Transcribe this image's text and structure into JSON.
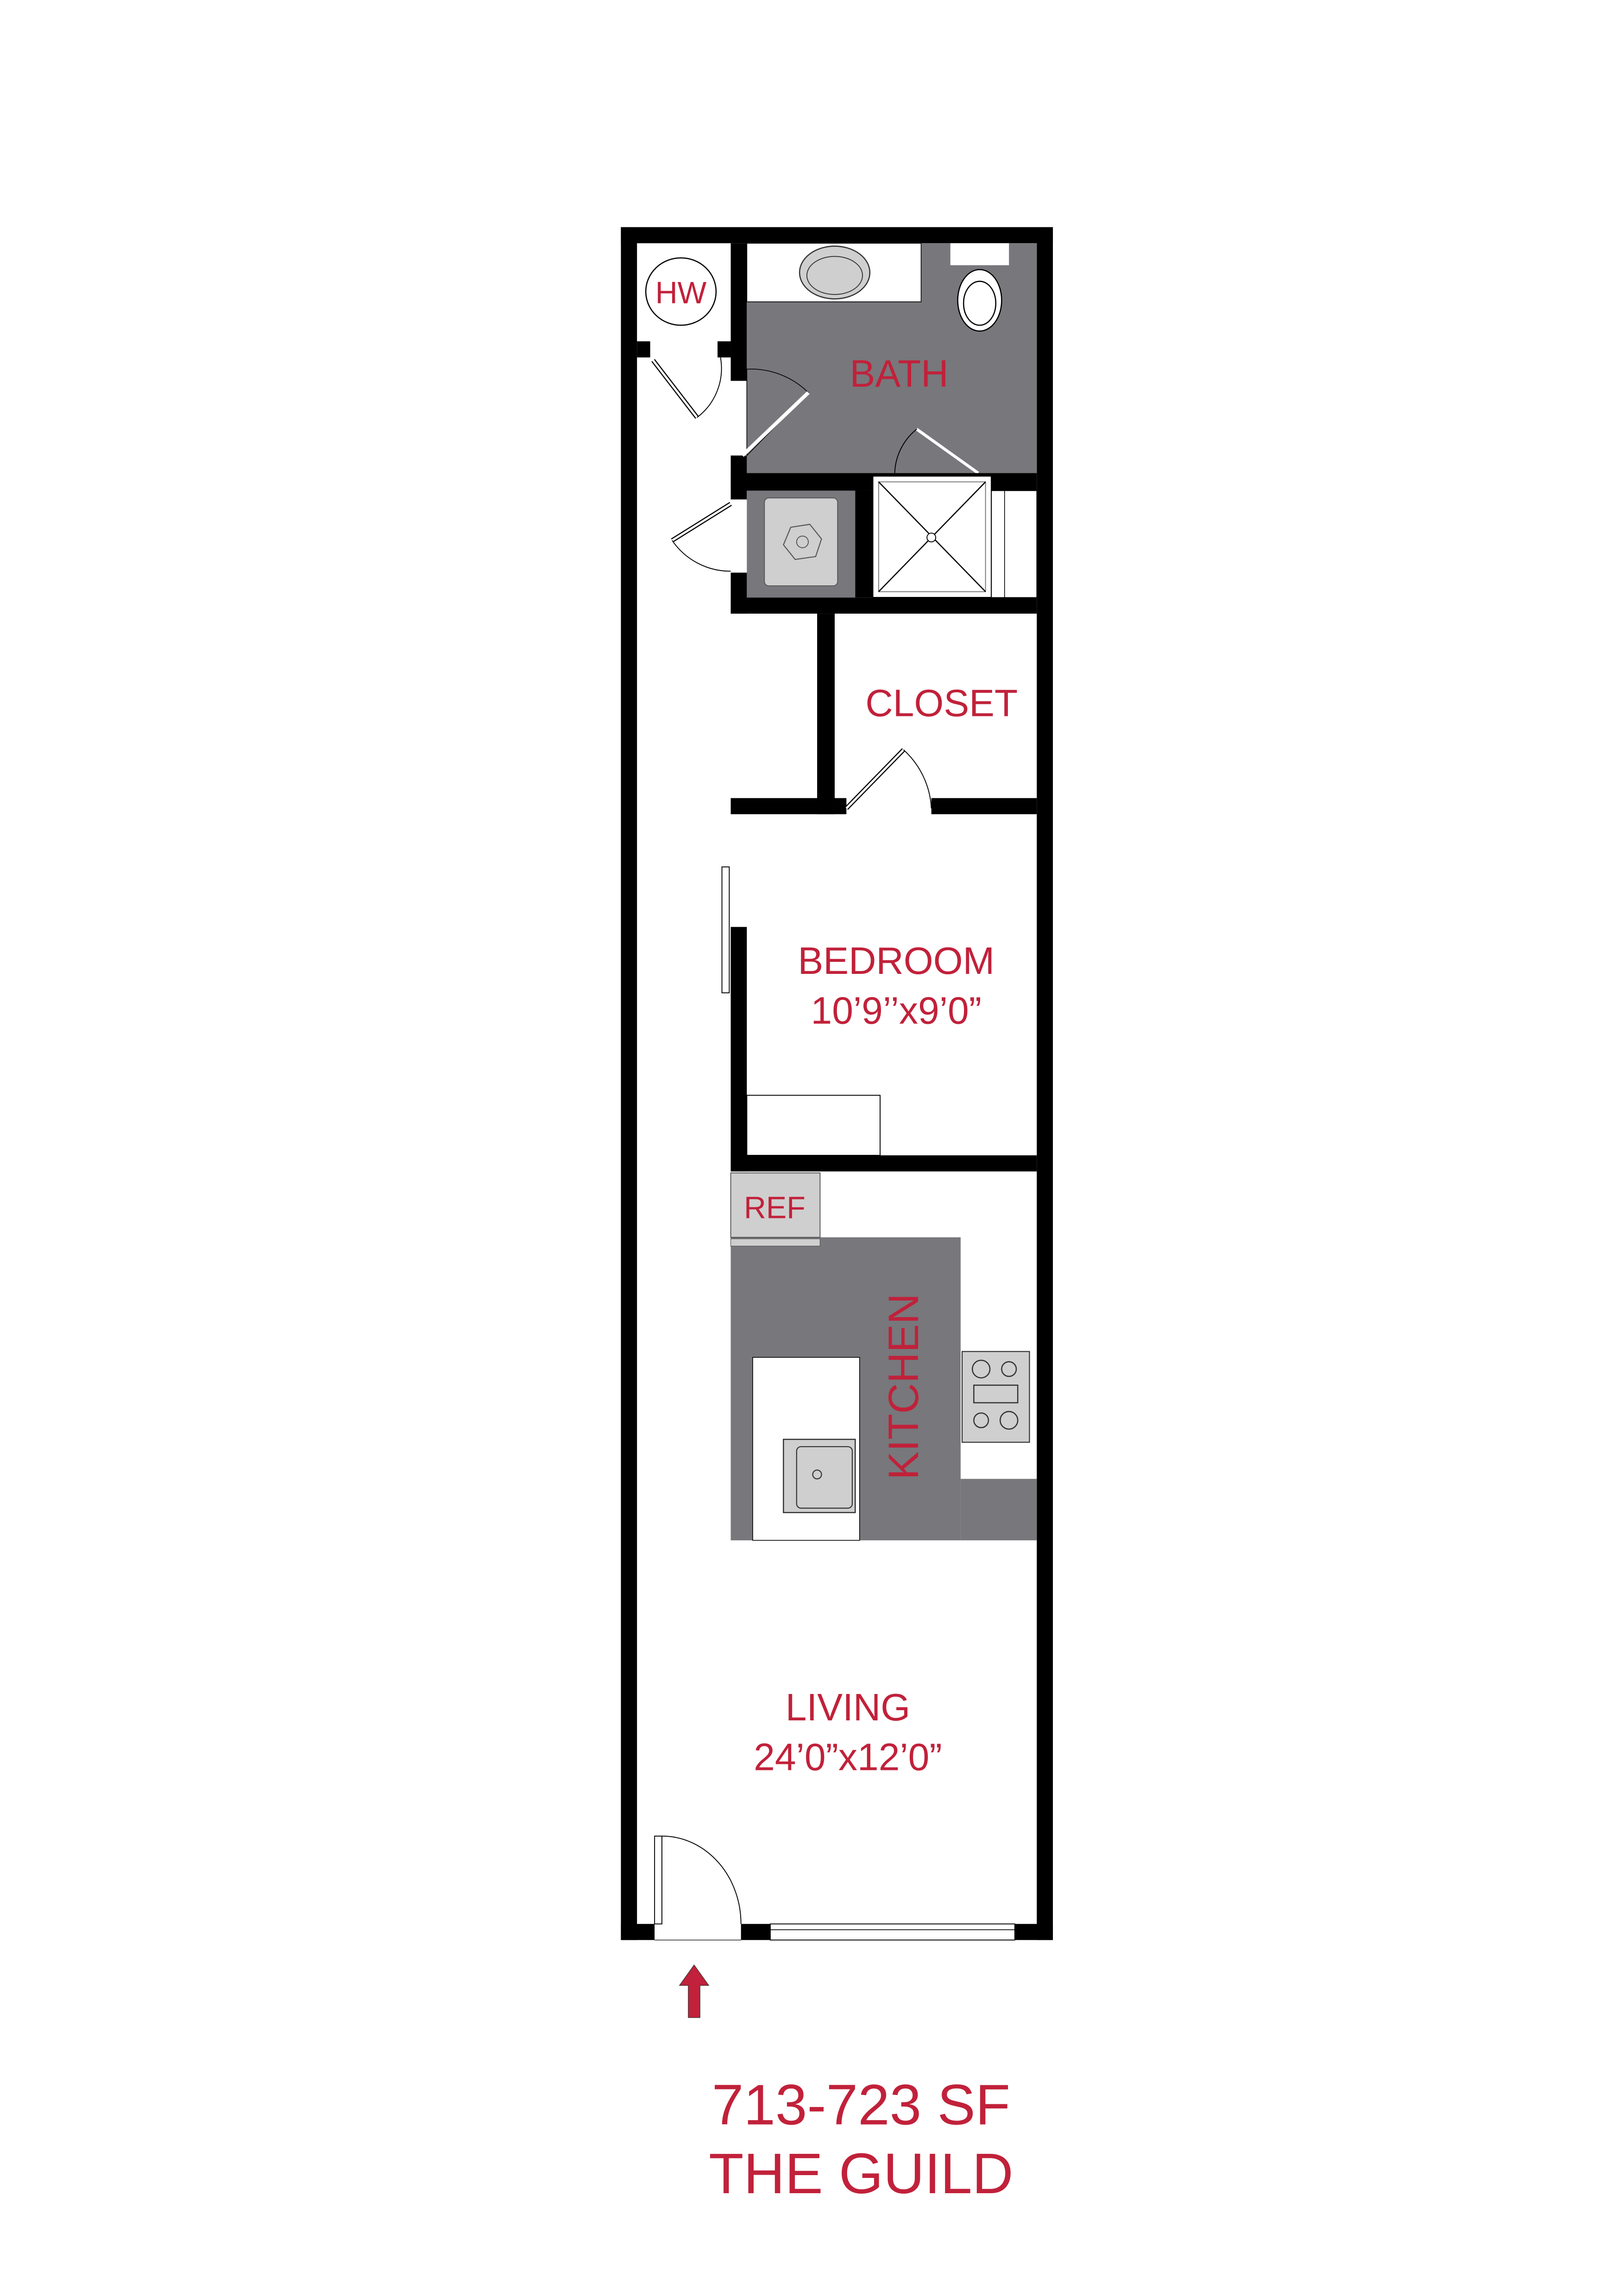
{
  "colors": {
    "accent": "#c1213a",
    "wall": "#000000",
    "floor_gray": "#78777c",
    "fixture_gray": "#cfcfcf"
  },
  "rooms": {
    "hw": "HW",
    "bath": "BATH",
    "closet": "CLOSET",
    "bedroom": {
      "name": "BEDROOM",
      "size": "10’9’’x9’0”"
    },
    "ref": "REF",
    "kitchen": "KITCHEN",
    "living": {
      "name": "LIVING",
      "size": "24’0”x12’0”"
    }
  },
  "footer": {
    "area": "713-723 SF",
    "name": "THE GUILD"
  },
  "icons": [
    "entry-arrow-icon"
  ]
}
